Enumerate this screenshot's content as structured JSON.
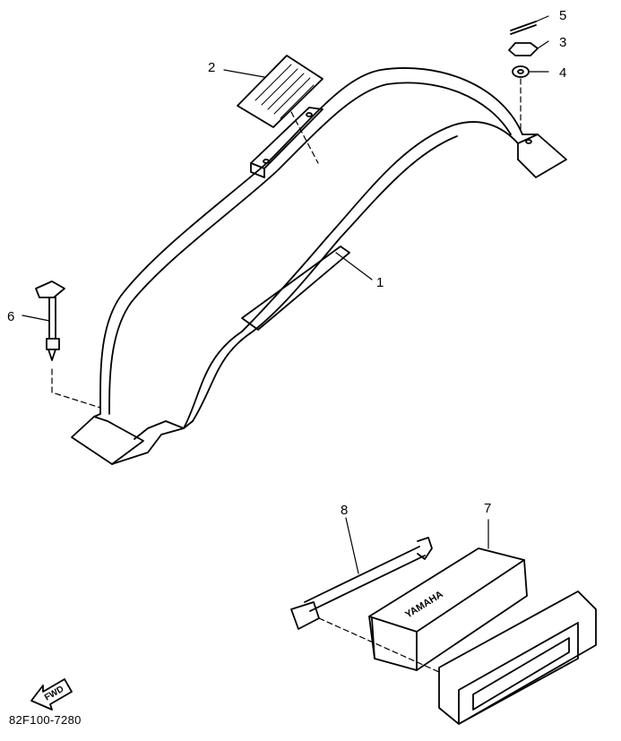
{
  "diagram": {
    "callouts": [
      {
        "id": "1",
        "label": "1"
      },
      {
        "id": "2",
        "label": "2"
      },
      {
        "id": "3",
        "label": "3"
      },
      {
        "id": "4",
        "label": "4"
      },
      {
        "id": "5",
        "label": "5"
      },
      {
        "id": "6",
        "label": "6"
      },
      {
        "id": "7",
        "label": "7"
      },
      {
        "id": "8",
        "label": "8"
      }
    ],
    "fwd_label": "FWD",
    "brand_label": "YAMAHA",
    "drawing_code": "82F100-7280"
  }
}
